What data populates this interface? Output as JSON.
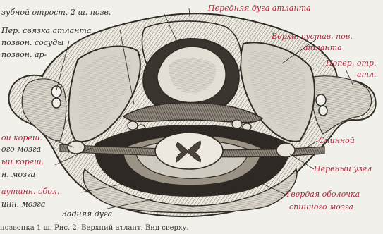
{
  "labels": {
    "odontoid_process": "зубной отрост. 2 ш. позв.",
    "anterior_arch": "Передняя дуга атланта",
    "transverse_ligament": "Пер. связка атланта",
    "vessels": "позвон. сосуды",
    "vertebral_artery": "позвон. ар-",
    "superior_joint": "Верхн. сустав. пов.",
    "atlas_right": "атланта",
    "transverse_process": "Попер. отр.",
    "atlas_right_2": "атл.",
    "ventral_root": "ой кореш.",
    "spinal_cord_1": "ого мозга",
    "dorsal_root": "ый кореш.",
    "spinal_cord_2": "н. мозга",
    "arachnoid": "аутинн. обол.",
    "spinal_cord_3": "инн. мозга",
    "posterior_arch": "Задняя дуга",
    "spinal_right": "Спинной",
    "nerve_node": "Нервный узел",
    "dura_mater": "Твердая оболочка",
    "dura_mater_2": "спинного мозга",
    "caption": "позвонка 1 ш. Рис. 2. Верхний атлант. Вид сверху."
  }
}
